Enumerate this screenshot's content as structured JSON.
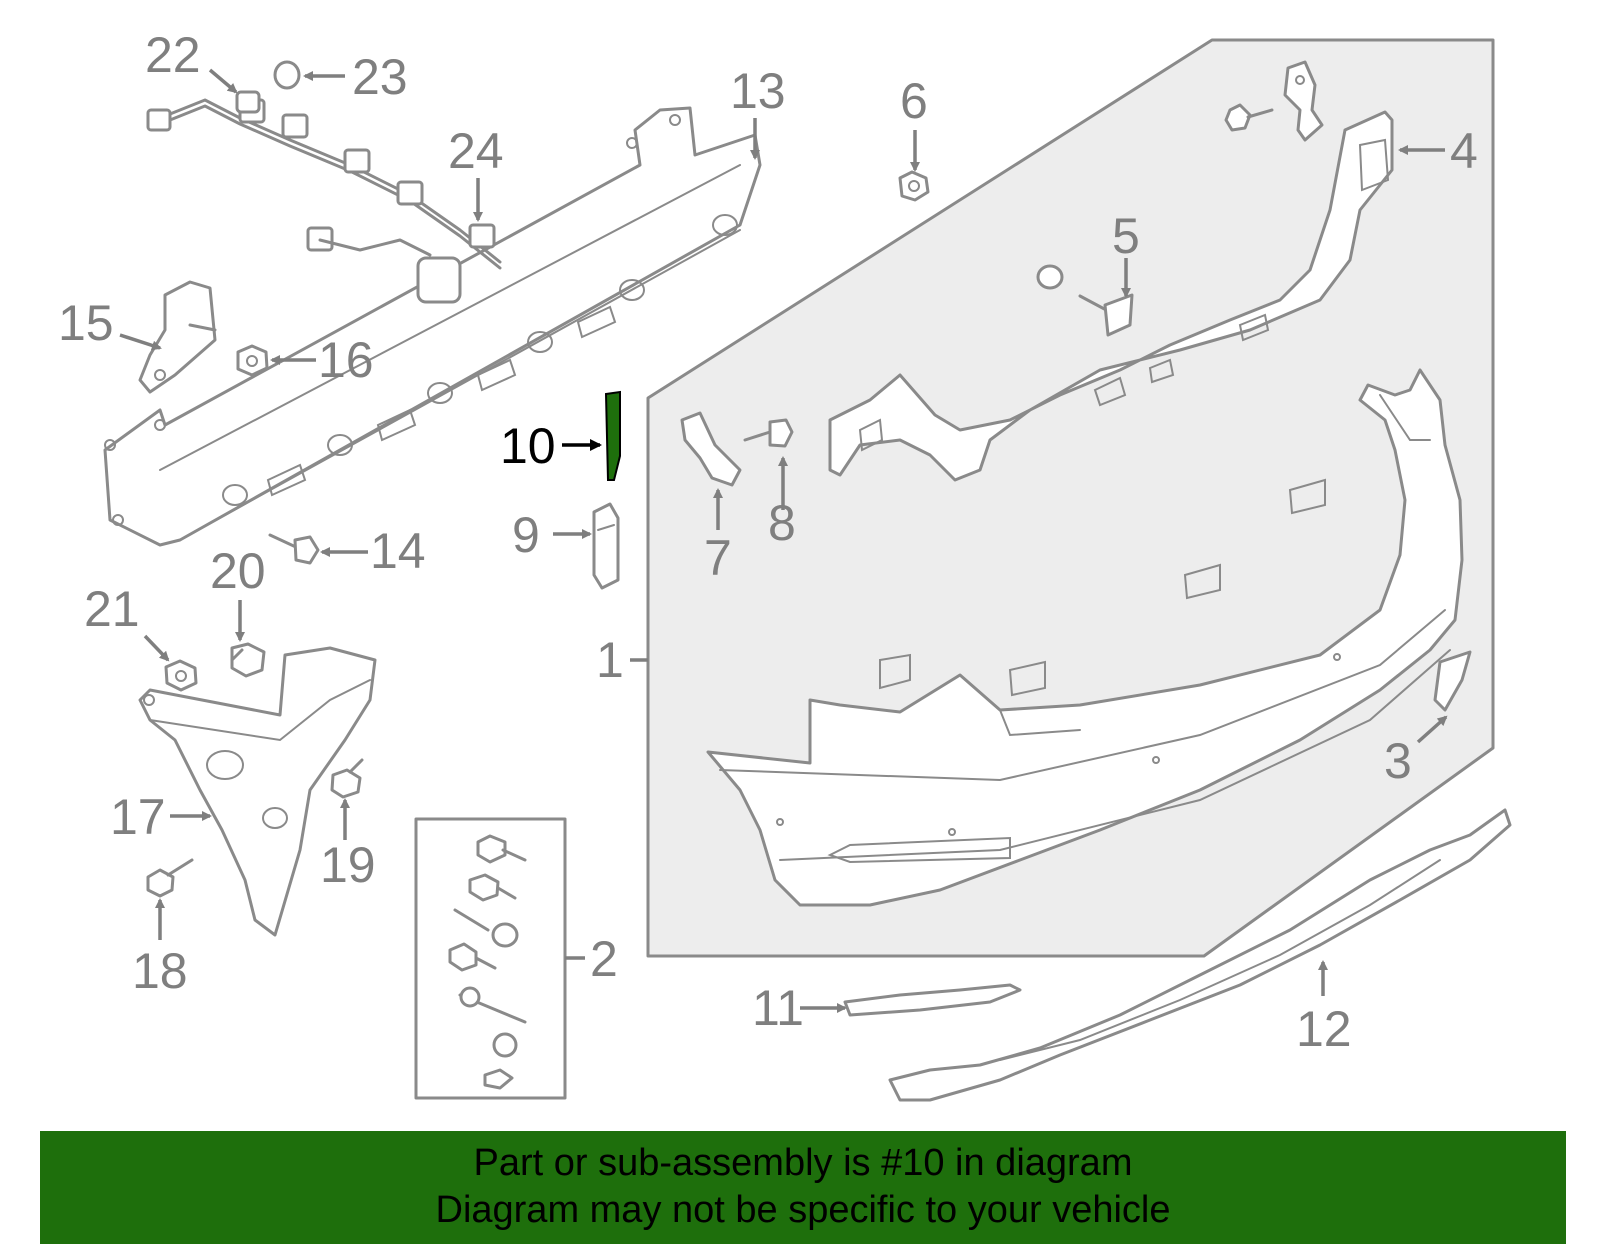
{
  "callouts": {
    "c1": "1",
    "c2": "2",
    "c3": "3",
    "c4": "4",
    "c5": "5",
    "c6": "6",
    "c7": "7",
    "c8": "8",
    "c9": "9",
    "c10": "10",
    "c11": "11",
    "c12": "12",
    "c13": "13",
    "c14": "14",
    "c15": "15",
    "c16": "16",
    "c17": "17",
    "c18": "18",
    "c19": "19",
    "c20": "20",
    "c21": "21",
    "c22": "22",
    "c23": "23",
    "c24": "24"
  },
  "highlighted_part": "10",
  "colors": {
    "highlight_part": "#1e6f0c",
    "banner_background": "#1e6f0c",
    "line_art": "#8a8a8a",
    "callout_text": "#7f7f7f",
    "panel_fill": "#ededed"
  },
  "banner": {
    "line1": "Part or sub-assembly is #10 in diagram",
    "line2": "Diagram may not be specific to your vehicle"
  }
}
